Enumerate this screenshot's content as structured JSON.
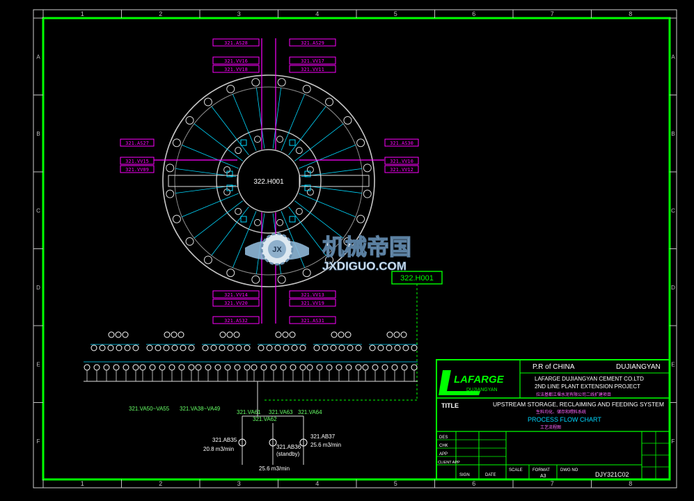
{
  "border": {
    "columns": [
      "1",
      "2",
      "3",
      "4",
      "5",
      "6",
      "7",
      "8"
    ],
    "rows": [
      "A",
      "B",
      "C",
      "D",
      "E",
      "F"
    ]
  },
  "colors": {
    "frame": "#00ff00",
    "circle": "#c0c0c0",
    "tag": "#ff00ff",
    "pipe": "#00ffff",
    "text": "#ffffff",
    "label_green": "#66ff66"
  },
  "silo": {
    "center_label": "322.H001",
    "tag_label": "322.H001",
    "top_tags": [
      "321.AS28",
      "321.VV16",
      "321.VV18",
      "321.AS29",
      "321.VV17",
      "321.VV11"
    ],
    "left_tags": [
      "321.AS27",
      "321.VV15",
      "321.VV09"
    ],
    "right_tags": [
      "321.AS30",
      "321.VV10",
      "321.VV12"
    ],
    "bottom_tags": [
      "321.VV14",
      "321.VV20",
      "321.AS32",
      "321.VV13",
      "321.VV19",
      "321.AS31"
    ]
  },
  "feed": {
    "label_left": "321.VA50~VA55",
    "label_mid": "321.VA38~VA49",
    "valve_a": "321.VA61",
    "valve_b": "321.VA62",
    "valve_c": "321.VA63",
    "valve_d": "321.VA64",
    "blower_1": "321.AB35",
    "blower_1_flow": "20.8 m3/min",
    "blower_2": "321.AB36",
    "blower_2_note": "(standby)",
    "blower_2_flow": "25.6 m3/min",
    "blower_3": "321.AB37",
    "blower_3_flow": "25.6 m3/min"
  },
  "title_block": {
    "logo": "LAFARGE",
    "logo_sub": "DUJIANGYAN",
    "country": "P.R of CHINA",
    "city": "DUJIANGYAN",
    "company": "LAFARGE DUJIANGYAN CEMENT CO.LTD",
    "project": "2ND LINE PLANT EXTENSION PROJECT",
    "project_cn": "拉法基都江堰水泥有限公司二线扩建项目",
    "title_label": "TITLE",
    "title_1": "UPSTREAM STORAGE, RECLAIMING AND FEEDING SYSTEM",
    "title_1_cn": "生料均化、储存和喂料系统",
    "title_2": "PROCESS FLOW CHART",
    "title_2_cn": "工艺流程图",
    "des": "DES",
    "chk": "CHK",
    "app": "APP",
    "client_app": "CLIENT APP",
    "sign": "SIGN",
    "date": "DATE",
    "scale": "SCALE",
    "format": "FORMAT",
    "format_val": "A3",
    "dwg_no": "DWG NO",
    "dwg_val": "DJY321C02"
  },
  "watermark": {
    "cn": "机械帝国",
    "en": "JXDIGUO.COM",
    "badge": "JX"
  }
}
